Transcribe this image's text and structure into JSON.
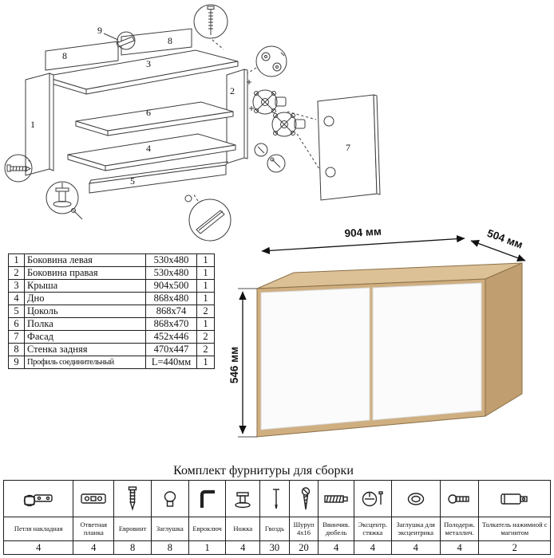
{
  "exploded": {
    "labels": {
      "n1": "1",
      "n2": "2",
      "n3": "3",
      "n4": "4",
      "n5": "5",
      "n6": "6",
      "n7": "7",
      "n8a": "8",
      "n8b": "8",
      "n9": "9"
    }
  },
  "parts": {
    "rows": [
      {
        "num": "1",
        "name": "Боковина левая",
        "size": "530x480",
        "qty": "1"
      },
      {
        "num": "2",
        "name": "Боковина правая",
        "size": "530x480",
        "qty": "1"
      },
      {
        "num": "3",
        "name": "Крыша",
        "size": "904x500",
        "qty": "1"
      },
      {
        "num": "4",
        "name": "Дно",
        "size": "868x480",
        "qty": "1"
      },
      {
        "num": "5",
        "name": "Цоколь",
        "size": "868x74",
        "qty": "2"
      },
      {
        "num": "6",
        "name": "Полка",
        "size": "868x470",
        "qty": "1"
      },
      {
        "num": "7",
        "name": "Фасад",
        "size": "452x446",
        "qty": "2"
      },
      {
        "num": "8",
        "name": "Стенка задняя",
        "size": "470x447",
        "qty": "2"
      },
      {
        "num": "9",
        "name": "Профиль соединительный",
        "size": "L=440мм",
        "qty": "1"
      }
    ]
  },
  "dims": {
    "width": "904 мм",
    "depth": "504 мм",
    "height": "546 мм"
  },
  "colors": {
    "wood_top": "#dcc096",
    "wood_front": "#cfae80",
    "wood_side": "#c19e70",
    "door": "#fbfbfb",
    "outline": "#3c3c3c"
  },
  "hardware": {
    "title": "Комплект фурнитуры для сборки",
    "items": [
      {
        "name": "Петля накладная",
        "qty": "4",
        "icon": "hinge-icon"
      },
      {
        "name": "Ответная планка",
        "qty": "4",
        "icon": "strike-plate-icon"
      },
      {
        "name": "Евровинт",
        "qty": "8",
        "icon": "confirmat-screw-icon"
      },
      {
        "name": "Заглушка",
        "qty": "8",
        "icon": "screw-cap-icon"
      },
      {
        "name": "Евроключ",
        "qty": "1",
        "icon": "hex-key-icon"
      },
      {
        "name": "Ножка",
        "qty": "4",
        "icon": "foot-icon"
      },
      {
        "name": "Гвоздь",
        "qty": "30",
        "icon": "nail-icon"
      },
      {
        "name": "Шуруп 4x16",
        "qty": "20",
        "icon": "screw-icon"
      },
      {
        "name": "Ввинчив. дюбель",
        "qty": "4",
        "icon": "threaded-dowel-icon"
      },
      {
        "name": "Эксцентр. стяжка",
        "qty": "4",
        "icon": "cam-lock-icon"
      },
      {
        "name": "Заглушка для эксцентрика",
        "qty": "4",
        "icon": "cam-cap-icon"
      },
      {
        "name": "Полодерж. металлич.",
        "qty": "4",
        "icon": "shelf-support-icon"
      },
      {
        "name": "Толкатель нажимной с магнитом",
        "qty": "2",
        "icon": "push-latch-icon"
      }
    ]
  }
}
